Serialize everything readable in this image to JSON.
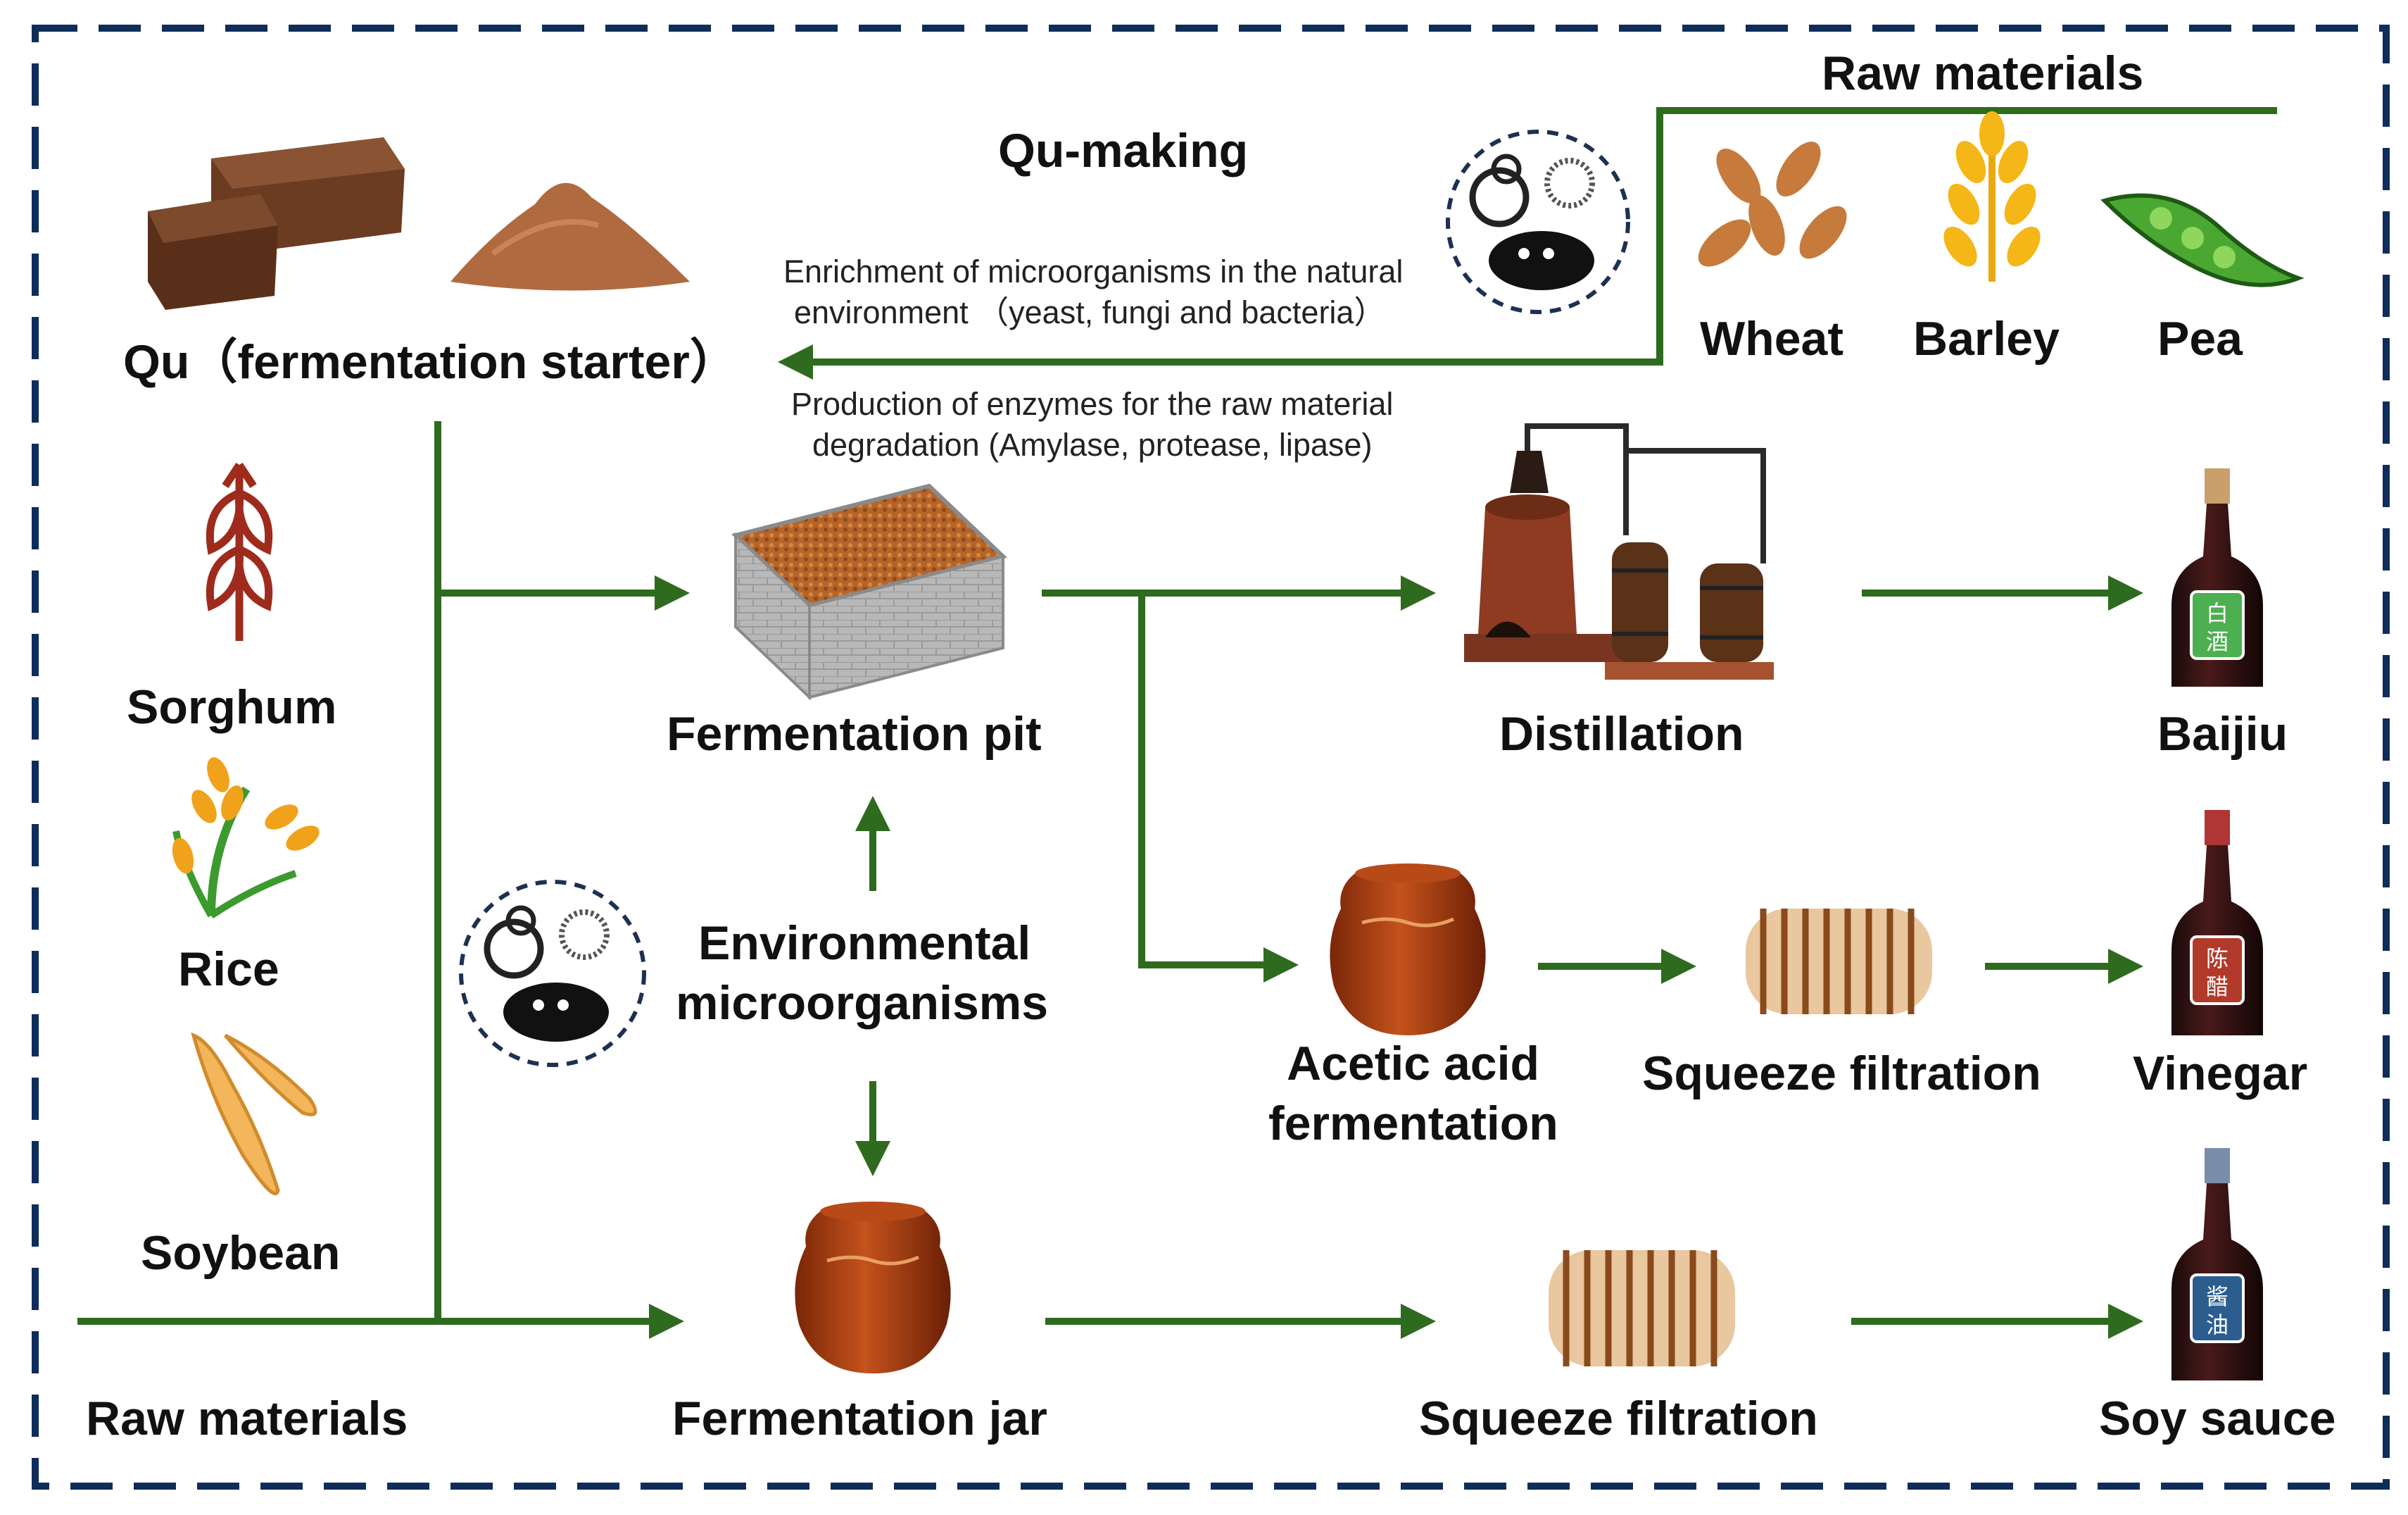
{
  "labels": {
    "raw_materials_top": "Raw materials",
    "qu_making": "Qu-making",
    "wheat": "Wheat",
    "barley": "Barley",
    "pea": "Pea",
    "qu": "Qu（fermentation starter）",
    "enrich_note_1": "Enrichment of microorganisms in the natural",
    "enrich_note_2": "environment （yeast, fungi and bacteria）",
    "enzyme_note_1": "Production of enzymes for the raw material",
    "enzyme_note_2": "degradation (Amylase, protease, lipase)",
    "sorghum": "Sorghum",
    "rice": "Rice",
    "soybean": "Soybean",
    "fermentation_pit": "Fermentation pit",
    "distillation": "Distillation",
    "baijiu": "Baijiu",
    "env_micro_1": "Environmental",
    "env_micro_2": "microorganisms",
    "acetic_1": "Acetic acid",
    "acetic_2": "fermentation",
    "squeeze_mid": "Squeeze filtration",
    "vinegar": "Vinegar",
    "raw_materials_bottom": "Raw materials",
    "fermentation_jar": "Fermentation jar",
    "squeeze_bottom": "Squeeze filtration",
    "soy_sauce": "Soy sauce"
  },
  "bottle_labels": {
    "baijiu": [
      "白",
      "酒"
    ],
    "vinegar": [
      "陈",
      "醋"
    ],
    "soy_sauce": [
      "酱",
      "油"
    ]
  },
  "icons": {
    "qu_block": "qu-brick-icon",
    "qu_powder": "qu-powder-icon",
    "microbes": "microorganism-icon",
    "wheat": "wheat-grain-icon",
    "barley": "barley-icon",
    "pea": "pea-pod-icon",
    "sorghum": "sorghum-icon",
    "rice": "rice-plant-icon",
    "soybean": "soybean-pod-icon",
    "pit": "fermentation-pit-icon",
    "still": "distillation-apparatus-icon",
    "jar": "fermentation-jar-icon",
    "press": "squeeze-filter-icon",
    "bottle": "bottle-icon"
  },
  "colors": {
    "arrow_green": "#2e6b1f",
    "border_navy": "#0f2d5a"
  }
}
